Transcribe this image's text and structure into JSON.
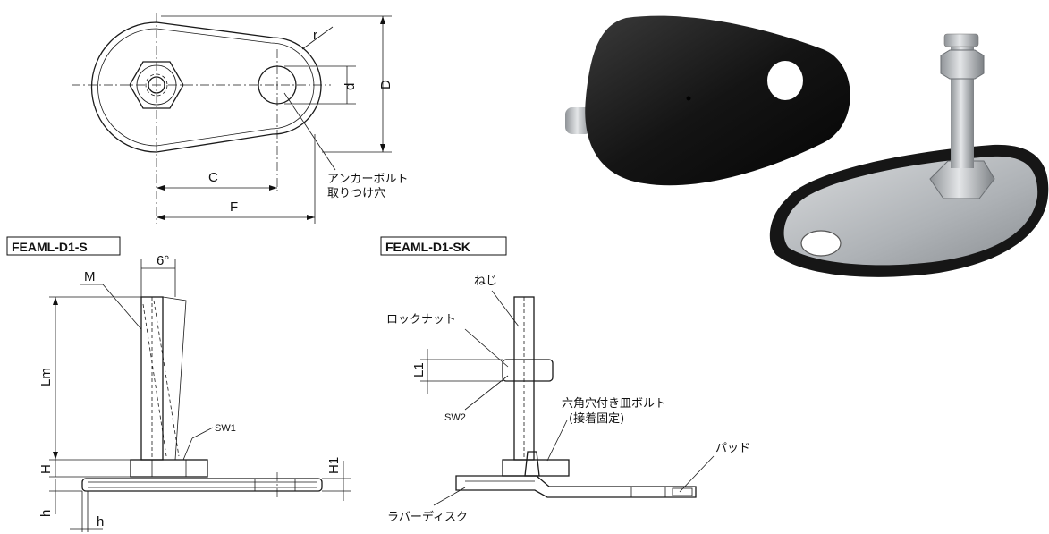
{
  "top_view": {
    "dim_r": "r",
    "dim_d": "d",
    "dim_D": "D",
    "dim_C": "C",
    "dim_F": "F",
    "anchor_label_1": "アンカーボルト",
    "anchor_label_2": "取りつけ穴"
  },
  "left_view": {
    "model": "FEAML-D1-S",
    "angle": "6°",
    "dim_M": "M",
    "dim_Lm": "Lm",
    "dim_H": "H",
    "dim_h": "h",
    "dim_h2": "h",
    "dim_H1": "H1",
    "dim_SW1": "SW1"
  },
  "right_view": {
    "model": "FEAML-D1-SK",
    "screw": "ねじ",
    "lock_nut": "ロックナット",
    "dim_L1": "L1",
    "dim_SW2": "SW2",
    "bolt_1": "六角穴付き皿ボルト",
    "bolt_2": "(接着固定)",
    "pad": "パッド",
    "rubber_disk": "ラバーディスク"
  },
  "colors": {
    "line": "#1a1a1a",
    "rubber": "#1b1b1b",
    "steel": "#b8bcc0"
  }
}
